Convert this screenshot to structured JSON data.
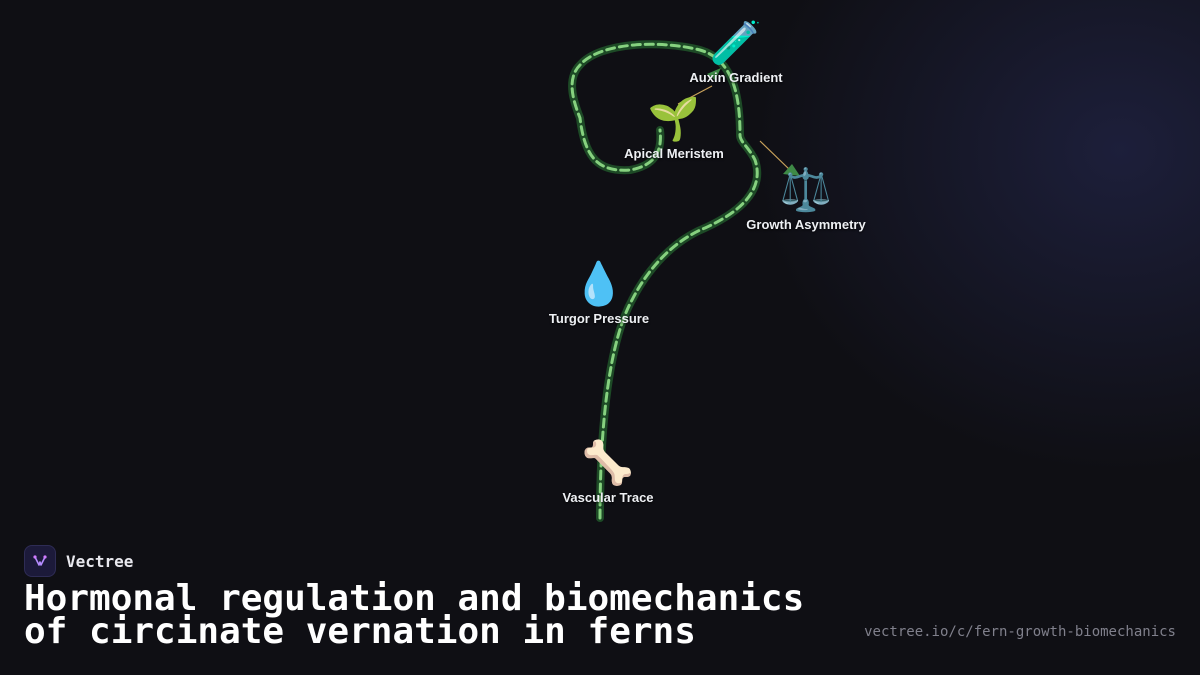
{
  "brand": {
    "name": "Vectree",
    "logo_icon": "vectree-logo-icon"
  },
  "title": "Hormonal regulation and biomechanics of circinate vernation in ferns",
  "url": "vectree.io/c/fern-growth-biomechanics",
  "colors": {
    "background": "#0f0f14",
    "stem_outer": "#1d4a26",
    "stem_dash": "#86d17f",
    "leader_line": "#c9a25b",
    "label_text": "#eef0f4"
  },
  "nodes": [
    {
      "id": "auxin",
      "label": "Auxin Gradient",
      "emoji": "🧪",
      "icon": "test-tube-icon"
    },
    {
      "id": "apical",
      "label": "Apical Meristem",
      "emoji": "🌱",
      "icon": "seedling-icon"
    },
    {
      "id": "asymmetry",
      "label": "Growth Asymmetry",
      "emoji": "⚖️",
      "icon": "balance-scale-icon"
    },
    {
      "id": "turgor",
      "label": "Turgor Pressure",
      "emoji": "💧",
      "icon": "water-drop-icon"
    },
    {
      "id": "vascular",
      "label": "Vascular Trace",
      "emoji": "🦴",
      "icon": "bone-icon"
    }
  ]
}
